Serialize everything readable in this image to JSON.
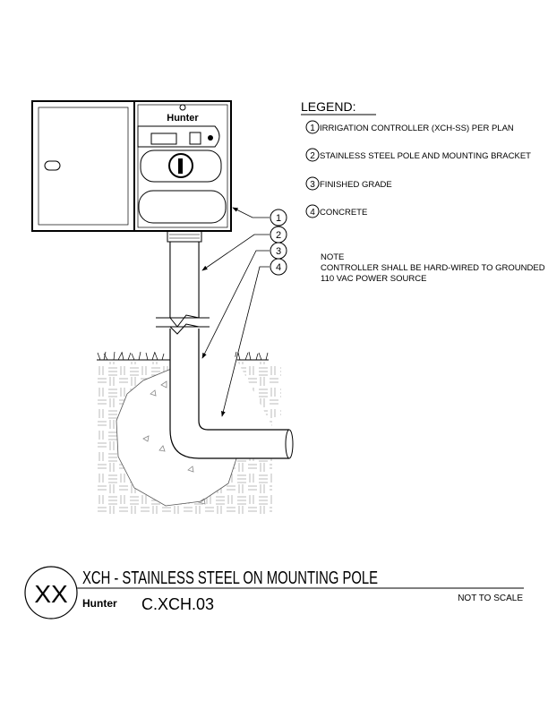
{
  "legend": {
    "title": "LEGEND:",
    "items": [
      {
        "num": "1",
        "label": "IRRIGATION CONTROLLER (XCH-SS) PER PLAN"
      },
      {
        "num": "2",
        "label": "STAINLESS STEEL POLE AND MOUNTING BRACKET"
      },
      {
        "num": "3",
        "label": "FINISHED GRADE"
      },
      {
        "num": "4",
        "label": "CONCRETE"
      }
    ]
  },
  "note": {
    "title": "NOTE",
    "lines": [
      "CONTROLLER SHALL BE HARD-WIRED TO GROUNDED",
      "110 VAC POWER SOURCE"
    ]
  },
  "controller": {
    "brand": "Hunter"
  },
  "title_block": {
    "detail_id": "XX",
    "title": "XCH - STAINLESS STEEL ON MOUNTING POLE",
    "brand": "Hunter",
    "code": "C.XCH.03",
    "scale": "NOT TO SCALE"
  }
}
